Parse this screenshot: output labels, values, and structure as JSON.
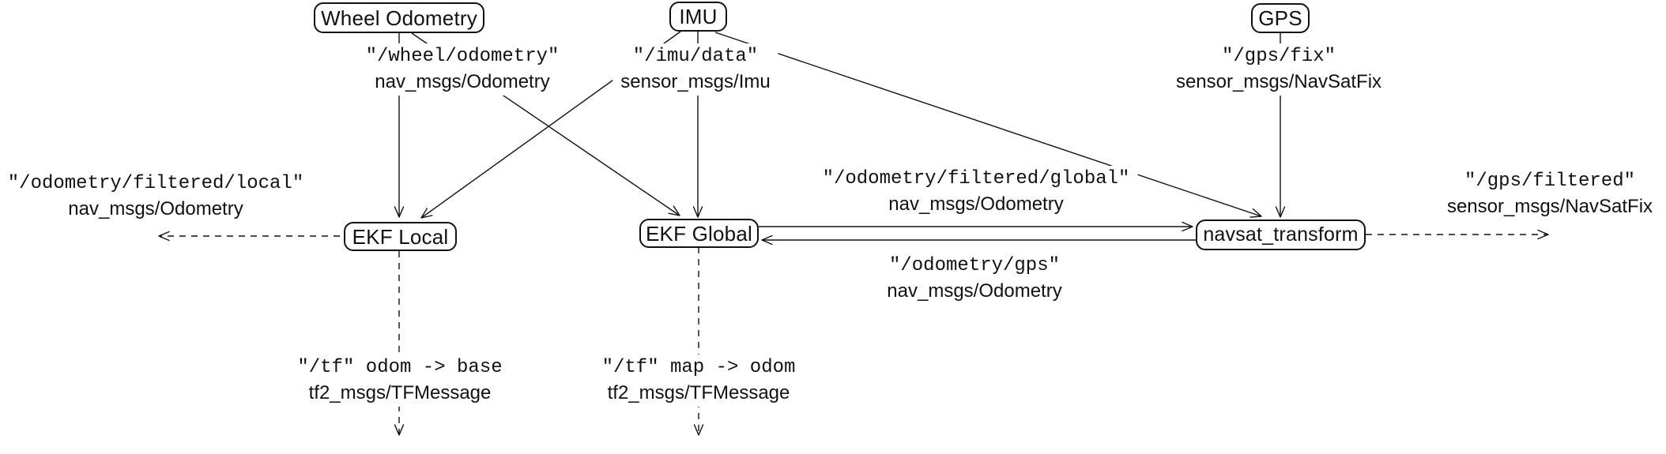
{
  "nodes": {
    "wheel_odometry": {
      "label": "Wheel Odometry"
    },
    "imu": {
      "label": "IMU"
    },
    "gps": {
      "label": "GPS"
    },
    "ekf_local": {
      "label": "EKF Local"
    },
    "ekf_global": {
      "label": "EKF Global"
    },
    "navsat_transform": {
      "label": "navsat_transform"
    }
  },
  "topics": {
    "wheel": {
      "name": "\"/wheel/odometry\"",
      "type": "nav_msgs/Odometry"
    },
    "imu": {
      "name": "\"/imu/data\"",
      "type": "sensor_msgs/Imu"
    },
    "gps": {
      "name": "\"/gps/fix\"",
      "type": "sensor_msgs/NavSatFix"
    },
    "odom_filtered_local": {
      "name": "\"/odometry/filtered/local\"",
      "type": "nav_msgs/Odometry"
    },
    "odom_filtered_global": {
      "name": "\"/odometry/filtered/global\"",
      "type": "nav_msgs/Odometry"
    },
    "odom_gps": {
      "name": "\"/odometry/gps\"",
      "type": "nav_msgs/Odometry"
    },
    "gps_filtered": {
      "name": "\"/gps/filtered\"",
      "type": "sensor_msgs/NavSatFix"
    },
    "tf_local": {
      "name": "\"/tf\" odom -> base",
      "type": "tf2_msgs/TFMessage"
    },
    "tf_global": {
      "name": "\"/tf\" map -> odom",
      "type": "tf2_msgs/TFMessage"
    }
  },
  "colors": {
    "line": "#111111",
    "background": "#ffffff"
  }
}
